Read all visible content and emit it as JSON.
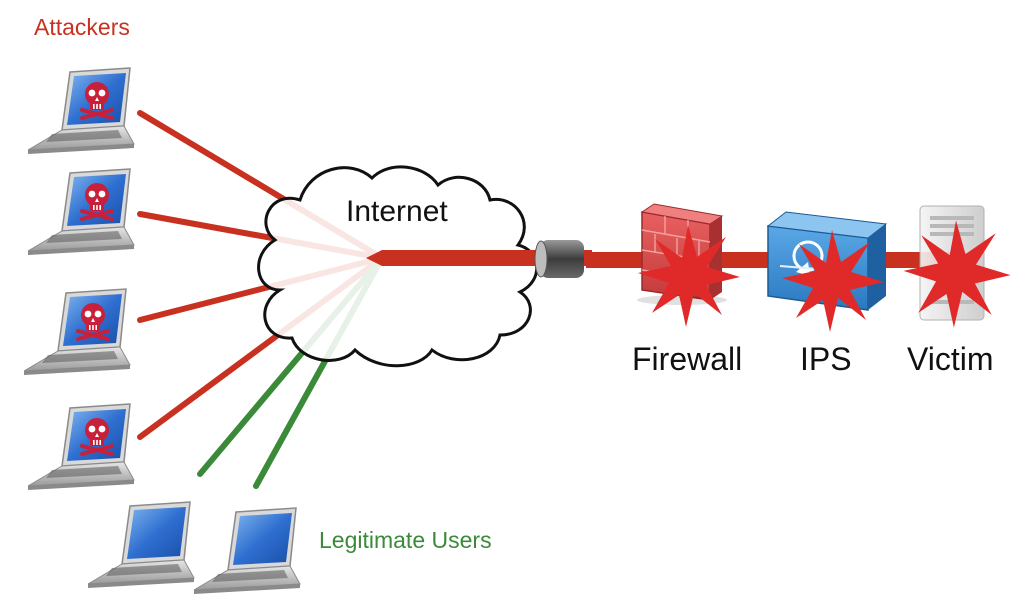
{
  "labels": {
    "attackers": "Attackers",
    "legitimate_users": "Legitimate Users",
    "internet": "Internet",
    "firewall": "Firewall",
    "ips": "IPS",
    "victim": "Victim"
  },
  "colors": {
    "attack": "#c8311f",
    "legit": "#3a8a3a",
    "burst": "#e02a2a",
    "screen_blue": "#2f6fd0",
    "firewall_red": "#d84a4a",
    "ips_blue": "#3f8fd0"
  },
  "icons": {
    "attacker_laptop": "skull-laptop-icon",
    "user_laptop": "laptop-icon",
    "cloud": "cloud-icon",
    "firewall": "brick-wall-icon",
    "ips": "ips-appliance-icon",
    "victim": "server-icon",
    "impact": "explosion-burst-icon"
  }
}
